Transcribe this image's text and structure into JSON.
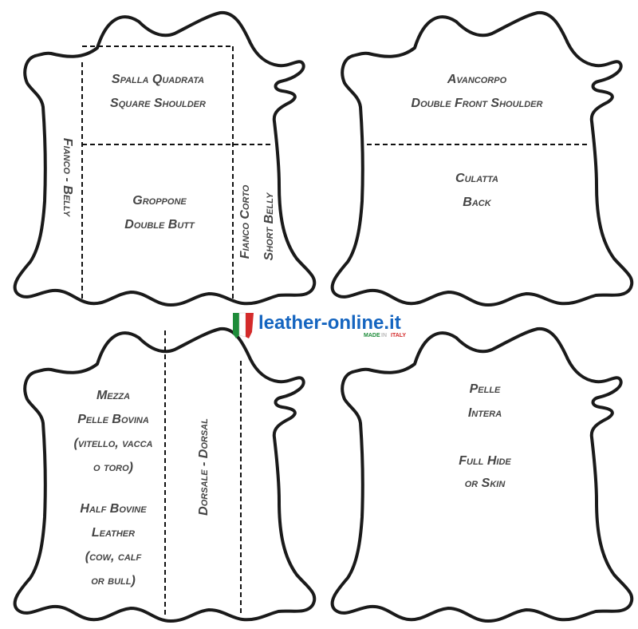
{
  "colors": {
    "outline": "#1a1a1a",
    "label": "#444444",
    "brand_blue": "#1565c0",
    "flag_green": "#1e8c3a",
    "flag_red": "#d42b2b",
    "made_in_italy_green": "#1e8c3a",
    "made_in_italy_red": "#d42b2b"
  },
  "logo": {
    "text": "leather-online.it",
    "tagline_made": "MADE",
    "tagline_in": "IN",
    "tagline_italy": "ITALY",
    "icon": "italian-flag-hide-icon"
  },
  "panels": {
    "top_left": {
      "square_shoulder_it": "Spalla Quadrata",
      "square_shoulder_en": "Square Shoulder",
      "belly": "Fianco - Belly",
      "double_butt_it": "Groppone",
      "double_butt_en": "Double Butt",
      "short_belly_it": "Fianco Corto",
      "short_belly_en": "Short Belly"
    },
    "top_right": {
      "front_it": "Avancorpo",
      "front_en": "Double Front Shoulder",
      "back_it": "Culatta",
      "back_en": "Back"
    },
    "bottom_left": {
      "half_lines": [
        "Mezza",
        "Pelle Bovina",
        "(vitello, vacca",
        "o toro)",
        "",
        "Half Bovine",
        "Leather",
        "(cow, calf",
        "or bull)"
      ],
      "dorsal": "Dorsale - Dorsal"
    },
    "bottom_right": {
      "full_it_1": "Pelle",
      "full_it_2": "Intera",
      "full_en_1": "Full Hide",
      "full_en_2": "or Skin"
    }
  }
}
